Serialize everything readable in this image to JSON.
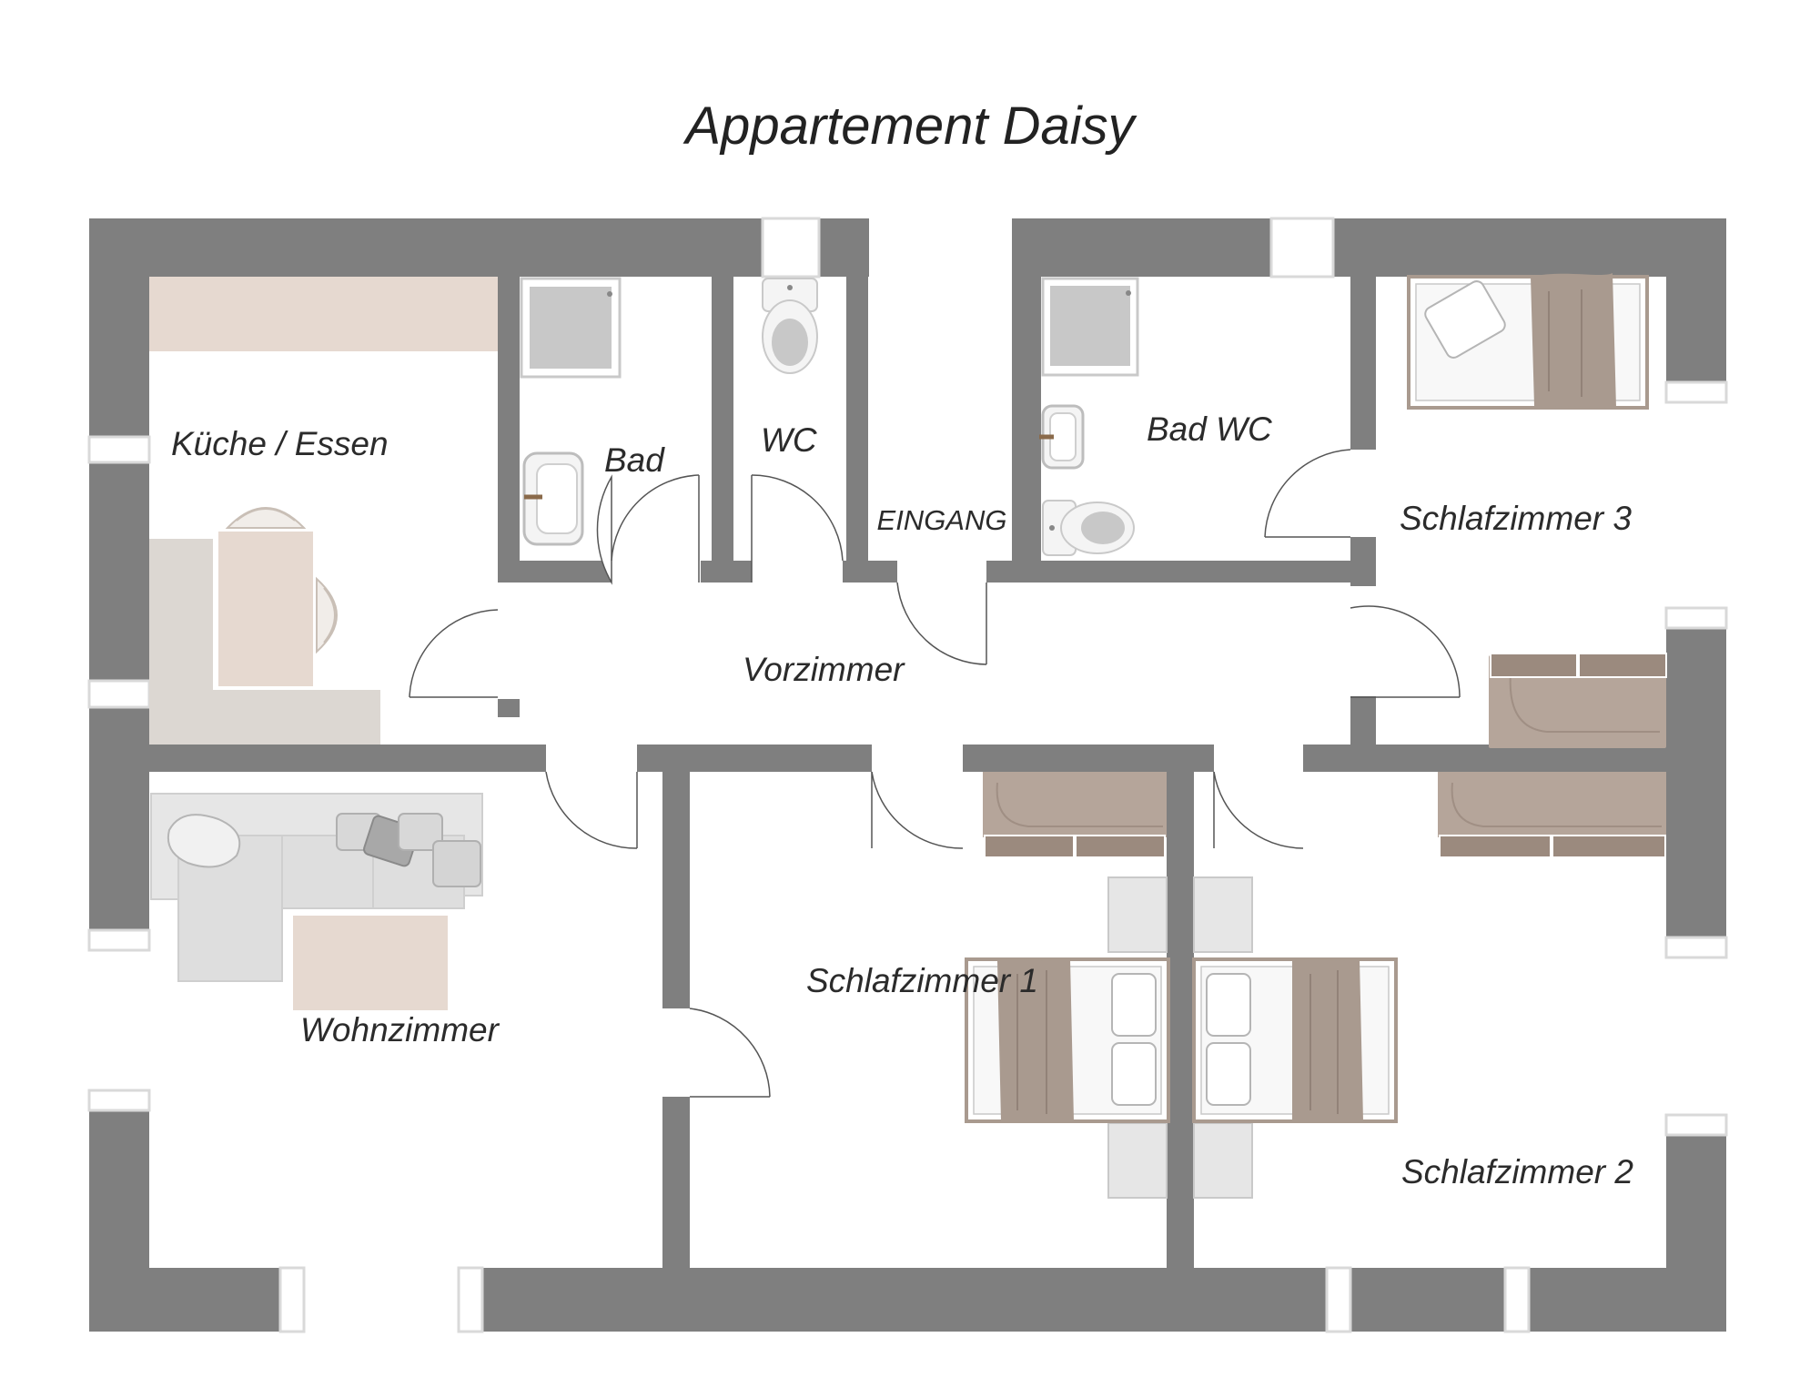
{
  "title": "Appartement Daisy",
  "rooms": {
    "kitchen": "Küche / Essen",
    "bath": "Bad",
    "wc": "WC",
    "entrance": "EINGANG",
    "bath_wc": "Bad WC",
    "bedroom3": "Schlafzimmer 3",
    "hallway": "Vorzimmer",
    "living": "Wohnzimmer",
    "bedroom1": "Schlafzimmer 1",
    "bedroom2": "Schlafzimmer 2"
  },
  "colors": {
    "wall": "#7f7f7f",
    "floor": "#ffffff",
    "counter": "#e6d9d0",
    "bench": "#dcd7d2",
    "table": "#e6d9d0",
    "sofa": "#e6e6e6",
    "rug": "#e6d9d0",
    "wardrobe": "#b5a59a",
    "blanket": "#a99a8f",
    "shower": "#c8c8c8"
  },
  "icons": [
    "bed-icon",
    "sofa-icon",
    "toilet-icon",
    "sink-icon",
    "shower-icon",
    "wardrobe-icon",
    "chair-icon",
    "door-swing-icon"
  ]
}
